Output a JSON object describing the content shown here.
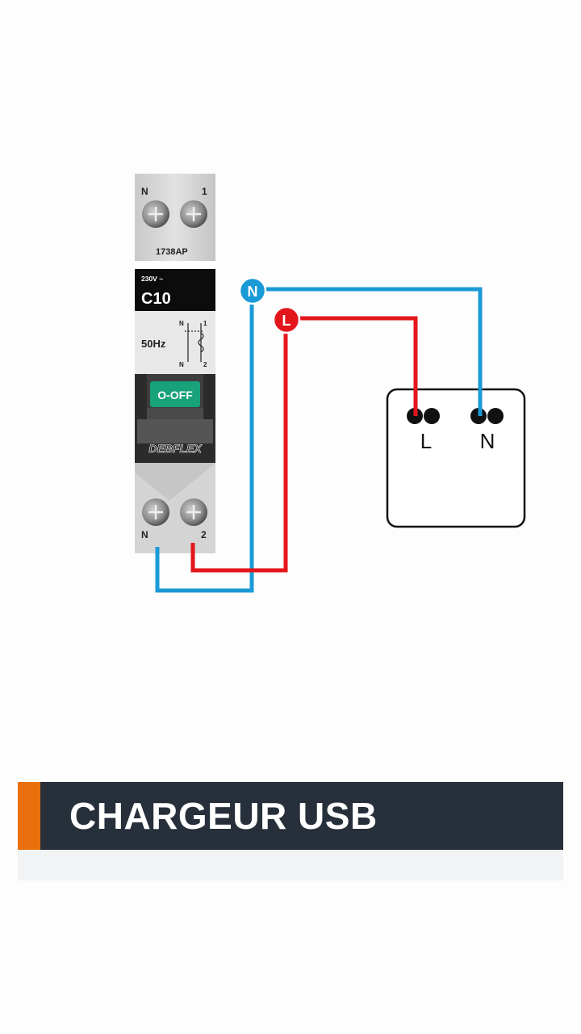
{
  "breaker": {
    "top_terminal_left": "N",
    "top_terminal_right": "1",
    "model": "1738AP",
    "voltage": "230V ~",
    "rating": "C10",
    "frequency": "50Hz",
    "schema_n_top": "N",
    "schema_1": "1",
    "schema_n_bottom": "N",
    "schema_2": "2",
    "switch_label": "O-OFF",
    "brand": "DEBFLEX",
    "bottom_terminal_left": "N",
    "bottom_terminal_right": "2"
  },
  "wires": {
    "neutral_marker": "N",
    "line_marker": "L",
    "neutral_color": "#1a9ad7",
    "line_color": "#e3161b"
  },
  "outlet": {
    "terminal_l": "L",
    "terminal_n": "N"
  },
  "section": {
    "title": "CHARGEUR USB",
    "accent_color": "#e96f0c",
    "bar_color": "#262f3a"
  }
}
